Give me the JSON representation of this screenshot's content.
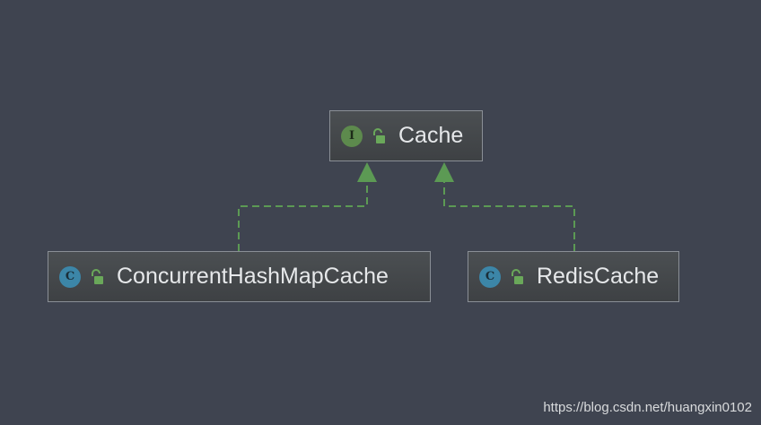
{
  "diagram": {
    "nodes": [
      {
        "id": "cache",
        "kind": "interface",
        "badge": "I",
        "label": "Cache"
      },
      {
        "id": "chm",
        "kind": "class",
        "badge": "C",
        "label": "ConcurrentHashMapCache"
      },
      {
        "id": "redis",
        "kind": "class",
        "badge": "C",
        "label": "RedisCache"
      }
    ],
    "edges": [
      {
        "from": "chm",
        "to": "cache",
        "relation": "implements"
      },
      {
        "from": "redis",
        "to": "cache",
        "relation": "implements"
      }
    ],
    "colors": {
      "edge": "#5c9a54",
      "node_border": "#8a8f96",
      "background": "#3f4450",
      "interface_badge": "#5d8a4d",
      "class_badge": "#3c86a8"
    }
  },
  "watermark": "https://blog.csdn.net/huangxin0102"
}
